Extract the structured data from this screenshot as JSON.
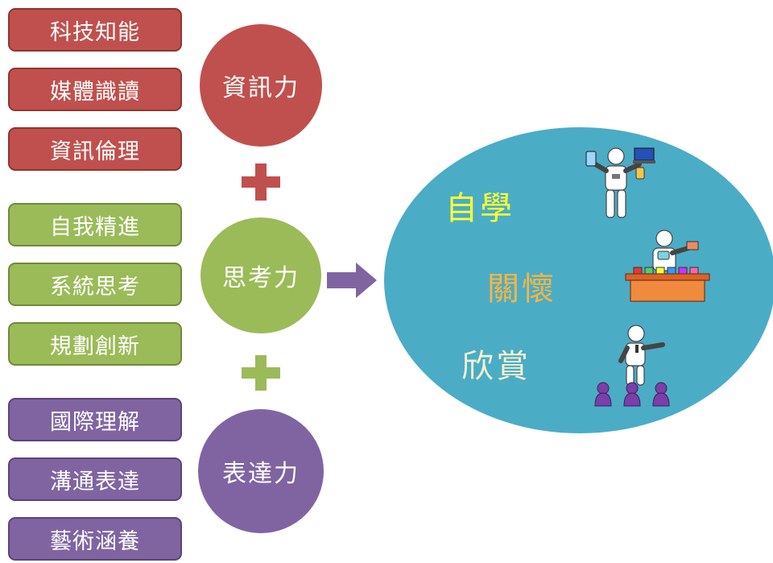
{
  "groups": {
    "information": {
      "title": "資訊力",
      "items": [
        "科技知能",
        "媒體識讀",
        "資訊倫理"
      ],
      "color": "#c0504d"
    },
    "thinking": {
      "title": "思考力",
      "items": [
        "自我精進",
        "系統思考",
        "規劃創新"
      ],
      "color": "#9bbb59"
    },
    "expression": {
      "title": "表達力",
      "items": [
        "國際理解",
        "溝通表達",
        "藝術涵養"
      ],
      "color": "#8064a2"
    }
  },
  "outcomes": {
    "color": "#4bacc6",
    "items": [
      {
        "label": "自學",
        "color": "#ffff33"
      },
      {
        "label": "關懷",
        "color": "#f6b642"
      },
      {
        "label": "欣賞",
        "color": "#f2f2d0"
      }
    ]
  },
  "icons": [
    "plus-icon",
    "right-arrow-icon",
    "self-study-figure-icon",
    "caring-figure-icon",
    "appreciation-figure-icon"
  ]
}
